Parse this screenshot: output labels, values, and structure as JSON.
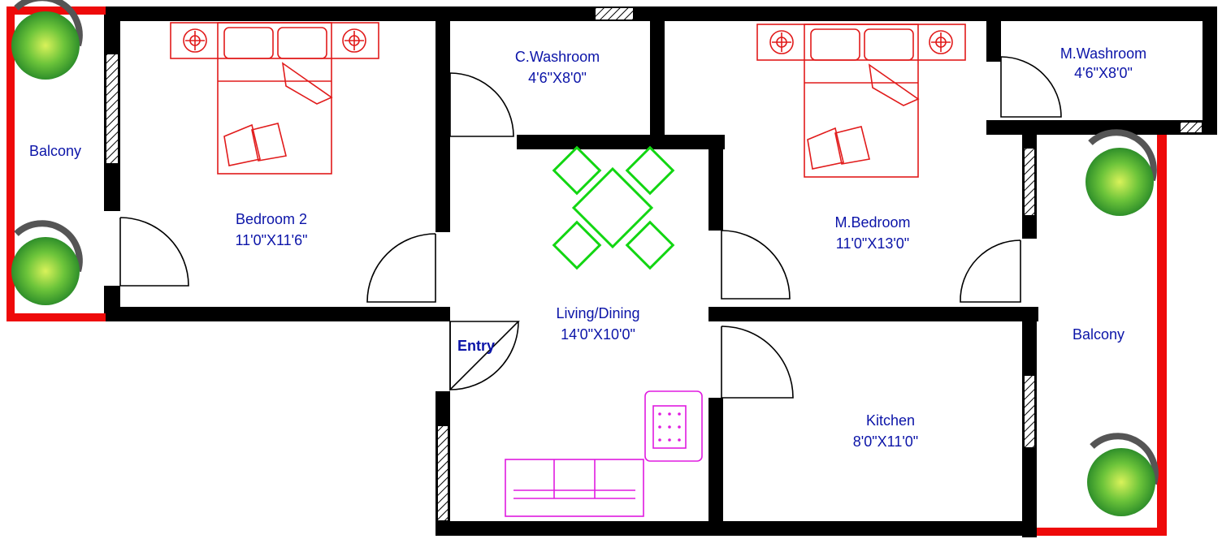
{
  "rooms": {
    "balcony_left": {
      "name": "Balcony"
    },
    "bedroom2": {
      "name": "Bedroom 2",
      "size": "11'0\"X11'6\""
    },
    "c_washroom": {
      "name": "C.Washroom",
      "size": "4'6\"X8'0\""
    },
    "m_bedroom": {
      "name": "M.Bedroom",
      "size": "11'0\"X13'0\""
    },
    "m_washroom": {
      "name": "M.Washroom",
      "size": "4'6\"X8'0\""
    },
    "living": {
      "name": "Living/Dining",
      "size": "14'0\"X10'0\""
    },
    "kitchen": {
      "name": "Kitchen",
      "size": "8'0\"X11'0\""
    },
    "balcony_right": {
      "name": "Balcony"
    }
  },
  "entry": {
    "label": "Entry"
  },
  "colors": {
    "wall": "#000000",
    "railing": "#ee0a0a",
    "label": "#0b14a8",
    "bed": "#e11b1b",
    "dining": "#12d612",
    "sofa": "#e01be0",
    "plant": "#3fae2a"
  }
}
